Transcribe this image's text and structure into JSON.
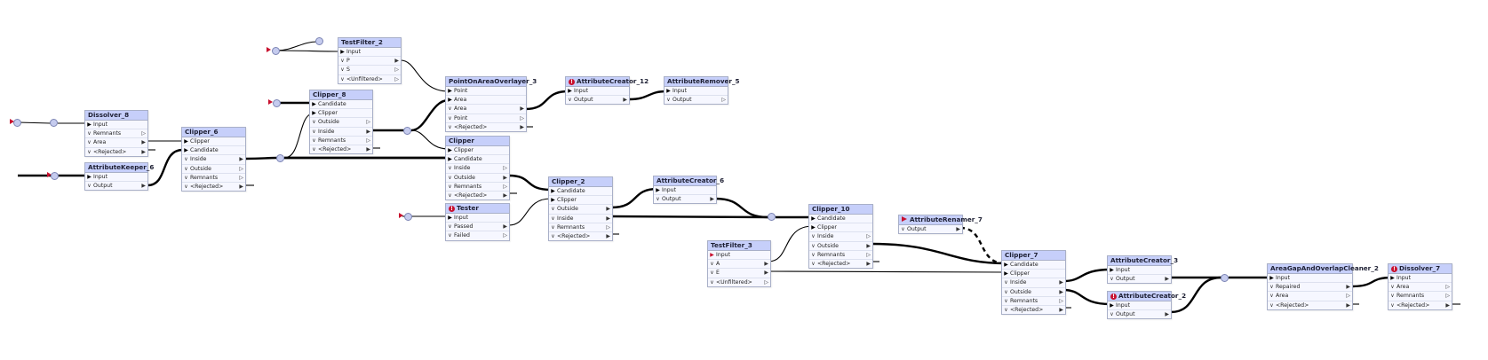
{
  "canvas": {
    "background": "#ffffff",
    "header_color": "#c6cffa",
    "body_color": "#f6f7ff",
    "error_color": "#c8102e"
  },
  "nodes": {
    "testfilter2": {
      "title": "TestFilter_2",
      "ports": [
        "Input",
        "P",
        "S",
        "<Unfiltered>"
      ]
    },
    "dissolver8": {
      "title": "Dissolver_8",
      "ports": [
        "Input",
        "Remnants",
        "Area",
        "<Rejected>"
      ]
    },
    "attributekeeper6": {
      "title": "AttributeKeeper_6",
      "ports": [
        "Input",
        "Output"
      ]
    },
    "clipper6": {
      "title": "Clipper_6",
      "ports": [
        "Clipper",
        "Candidate",
        "Inside",
        "Outside",
        "Remnants",
        "<Rejected>"
      ]
    },
    "clipper8": {
      "title": "Clipper_8",
      "ports": [
        "Candidate",
        "Clipper",
        "Outside",
        "Inside",
        "Remnants",
        "<Rejected>"
      ]
    },
    "pointonarea3": {
      "title": "PointOnAreaOverlayer_3",
      "ports": [
        "Point",
        "Area",
        "Area",
        "Point",
        "<Rejected>"
      ]
    },
    "attributecreator12": {
      "title": "AttributeCreator_12",
      "ports": [
        "Input",
        "Output"
      ]
    },
    "attributeremover5": {
      "title": "AttributeRemover_5",
      "ports": [
        "Input",
        "Output"
      ]
    },
    "clipper": {
      "title": "Clipper",
      "ports": [
        "Clipper",
        "Candidate",
        "Inside",
        "Outside",
        "Remnants",
        "<Rejected>"
      ]
    },
    "tester": {
      "title": "Tester",
      "ports": [
        "Input",
        "Passed",
        "Failed"
      ]
    },
    "clipper2": {
      "title": "Clipper_2",
      "ports": [
        "Candidate",
        "Clipper",
        "Outside",
        "Inside",
        "Remnants",
        "<Rejected>"
      ]
    },
    "attributecreator6": {
      "title": "AttributeCreator_6",
      "ports": [
        "Input",
        "Output"
      ]
    },
    "testfilter3": {
      "title": "TestFilter_3",
      "ports": [
        "Input",
        "A",
        "E",
        "<Unfiltered>"
      ]
    },
    "clipper10": {
      "title": "Clipper_10",
      "ports": [
        "Candidate",
        "Clipper",
        "Inside",
        "Outside",
        "Remnants",
        "<Rejected>"
      ]
    },
    "attributerenamer7": {
      "title": "AttributeRenamer_7",
      "ports": [
        "Output"
      ]
    },
    "clipper7": {
      "title": "Clipper_7",
      "ports": [
        "Candidate",
        "Clipper",
        "Inside",
        "Outside",
        "Remnants",
        "<Rejected>"
      ]
    },
    "attributecreator3": {
      "title": "AttributeCreator_3",
      "ports": [
        "Input",
        "Output"
      ]
    },
    "attributecreator2": {
      "title": "AttributeCreator_2",
      "ports": [
        "Input",
        "Output"
      ]
    },
    "areagap2": {
      "title": "AreaGapAndOverlapCleaner_2",
      "ports": [
        "Input",
        "Repaired",
        "Area",
        "<Rejected>"
      ]
    },
    "dissolver7": {
      "title": "Dissolver_7",
      "ports": [
        "Input",
        "Area",
        "Remnants",
        "<Rejected>"
      ]
    }
  }
}
